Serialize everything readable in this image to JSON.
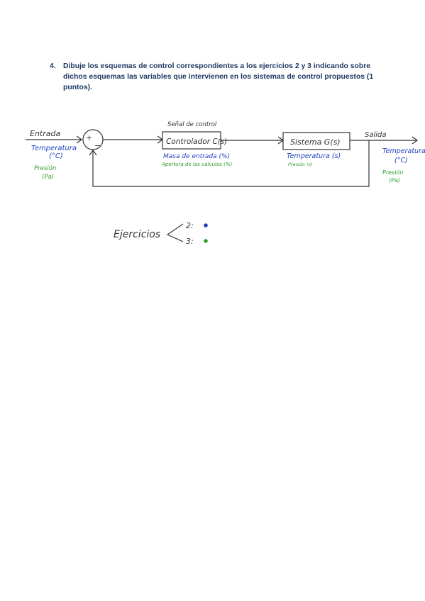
{
  "question": {
    "number": "4.",
    "text": "Dibuje los esquemas de control correspondientes a los ejercicios 2 y 3 indicando sobre dichos esquemas las variables que intervienen en los sistemas de control propuestos (1 puntos)."
  },
  "diagram": {
    "input_label": "Entrada",
    "input_var_ex2_line1": "Temperatura",
    "input_var_ex2_line2": "(°C)",
    "input_var_ex3_line1": "Presión",
    "input_var_ex3_line2": "(Pa)",
    "summing_plus": "+",
    "summing_minus": "−",
    "control_signal_label": "Señal de control",
    "controller_block": "Controlador C(s)",
    "controller_var_ex2": "Masa de entrada (%)",
    "controller_var_ex3": "Apertura de las válvulas (%)",
    "system_block": "Sistema G(s)",
    "system_var_ex2": "Temperatura (s)",
    "system_var_ex3": "Presión (s)",
    "output_label": "Salida",
    "output_var_ex2_line1": "Temperatura",
    "output_var_ex2_line2": "(°C)",
    "output_var_ex3_line1": "Presión",
    "output_var_ex3_line2": "(Pa)"
  },
  "legend": {
    "title": "Ejercicios",
    "item_2": "2:",
    "item_3": "3:",
    "color_ex2": "#1f3fbf",
    "color_ex3": "#2e9d2e"
  }
}
